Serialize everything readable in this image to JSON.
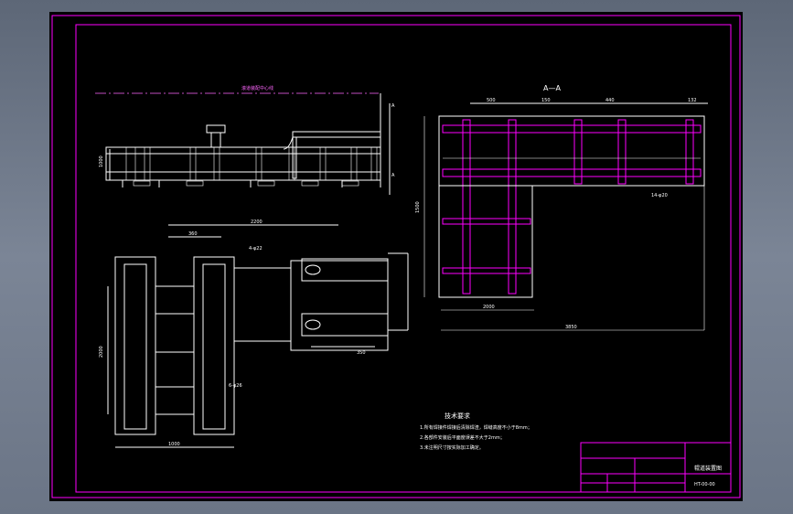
{
  "colors": {
    "background": "#000000",
    "frame": "#ff00ff",
    "geometry": "#ffffff",
    "desktop": "#6b7586"
  },
  "drawing": {
    "section_label": "A—A",
    "section_mark": "A",
    "notes_title": "技术要求",
    "notes": [
      "1.所有焊接件焊接后清除焊渣，焊缝高度不小于8mm；",
      "2.各部件安装后平面度误差不大于2mm；",
      "3.未注明尺寸按实际加工确定。"
    ],
    "title_block": {
      "name": "辊道装置图",
      "code": "HT-00-00"
    },
    "dims_top": [
      "500",
      "150",
      "440",
      "132"
    ],
    "dims_left": [
      "1000",
      "1500",
      "2000"
    ],
    "dims_bottom": [
      "2000",
      "3850"
    ],
    "dim_misc": [
      "4-φ22",
      "14-φ20",
      "6-φ26",
      "360",
      "2200",
      "1000",
      "350"
    ]
  }
}
